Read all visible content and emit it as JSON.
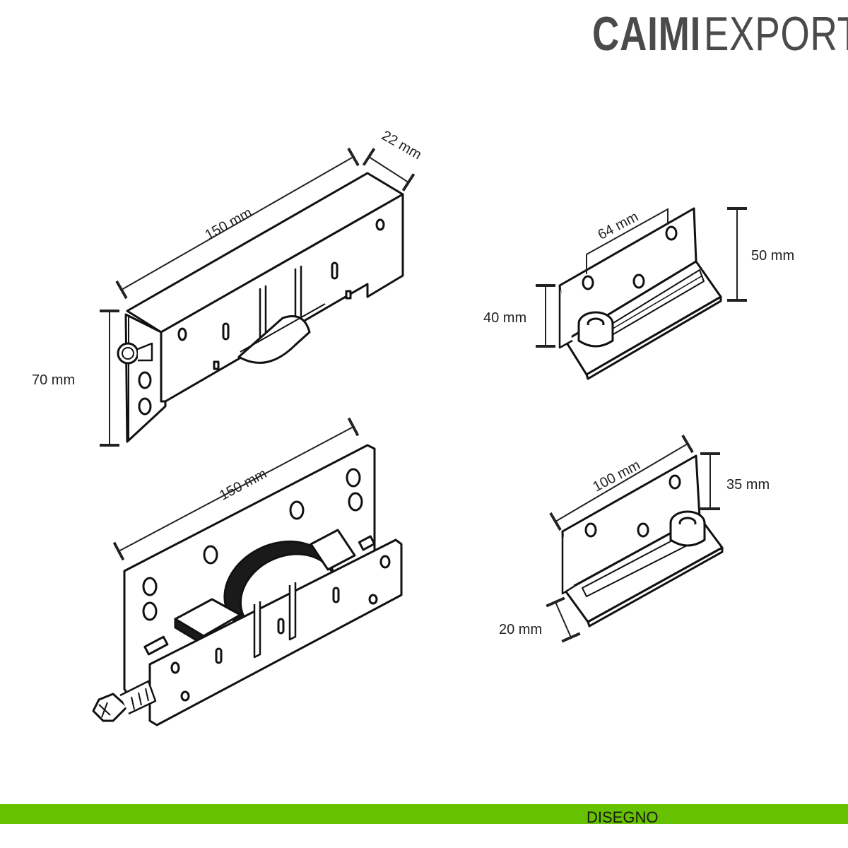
{
  "brand": {
    "part1": "CAIMI",
    "part2": "EXPORT"
  },
  "footer": {
    "label": "DISEGNO",
    "color": "#66c100"
  },
  "dimensions": {
    "top_length": "150 mm",
    "top_depth": "22 mm",
    "top_height": "70 mm",
    "bottom_length": "150 mm",
    "guide1_spacing": "64 mm",
    "guide1_height": "50 mm",
    "guide1_base": "40 mm",
    "guide2_length": "100 mm",
    "guide2_height": "35 mm",
    "guide2_base": "20 mm"
  }
}
